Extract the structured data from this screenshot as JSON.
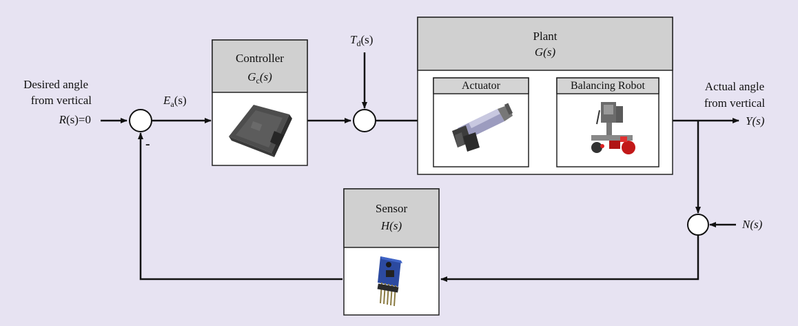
{
  "input": {
    "line1": "Desired angle",
    "line2": "from vertical",
    "signal_var": "R",
    "signal_arg": "(s)",
    "signal_eq": "=0"
  },
  "error_signal": {
    "base": "E",
    "sub": "a",
    "arg": "(s)"
  },
  "feedback_sign": "-",
  "disturbance": {
    "base": "T",
    "sub": "d",
    "arg": "(s)"
  },
  "controller": {
    "title": "Controller",
    "tf_base": "G",
    "tf_sub": "c",
    "tf_arg": "(s)"
  },
  "plant": {
    "title": "Plant",
    "tf": "G(s)",
    "actuator_label": "Actuator",
    "robot_label": "Balancing Robot"
  },
  "output": {
    "line1": "Actual angle",
    "line2": "from vertical",
    "signal": "Y(s)"
  },
  "noise": {
    "signal": "N(s)"
  },
  "sensor": {
    "title": "Sensor",
    "tf": "H(s)"
  },
  "colors": {
    "background": "#e7e3f2",
    "header_gray": "#d0d0d0",
    "line": "#111111"
  }
}
